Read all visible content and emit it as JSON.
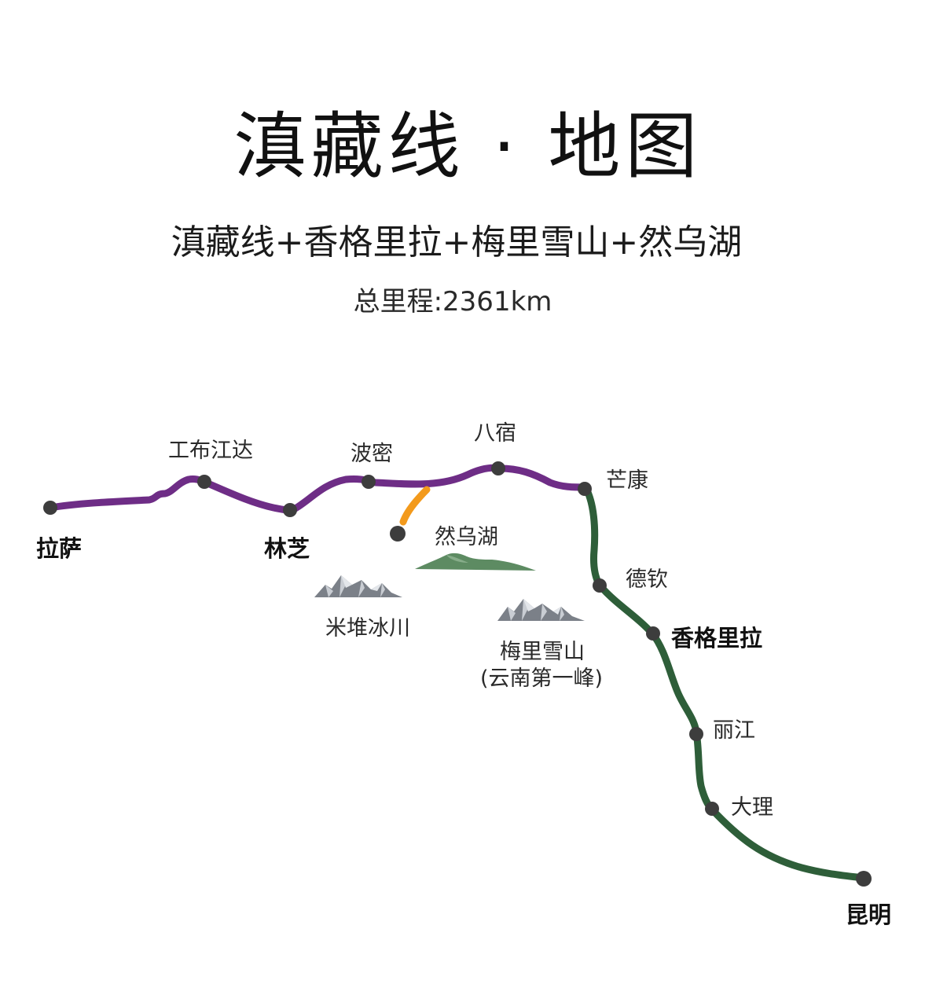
{
  "header": {
    "title": "滇藏线 · 地图",
    "subtitle": "滇藏线+香格里拉+梅里雪山+然乌湖",
    "distance": "总里程:2361km"
  },
  "colors": {
    "purple_route": "#6e2d86",
    "green_route": "#2e5e39",
    "orange_spur": "#f39a1c",
    "node": "#3d3d3d"
  },
  "places": {
    "lhasa": "拉萨",
    "gongbujiangda": "工布江达",
    "linzhi": "林芝",
    "bomi": "波密",
    "basu": "八宿",
    "mangkang": "芒康",
    "ranwu_lake": "然乌湖",
    "deqin": "德钦",
    "shangri_la": "香格里拉",
    "lijiang": "丽江",
    "dali": "大理",
    "kunming": "昆明"
  },
  "landmarks": {
    "midui_glacier": "米堆冰川",
    "meili_snow_mountain": "梅里雪山",
    "meili_note": "(云南第一峰)"
  }
}
